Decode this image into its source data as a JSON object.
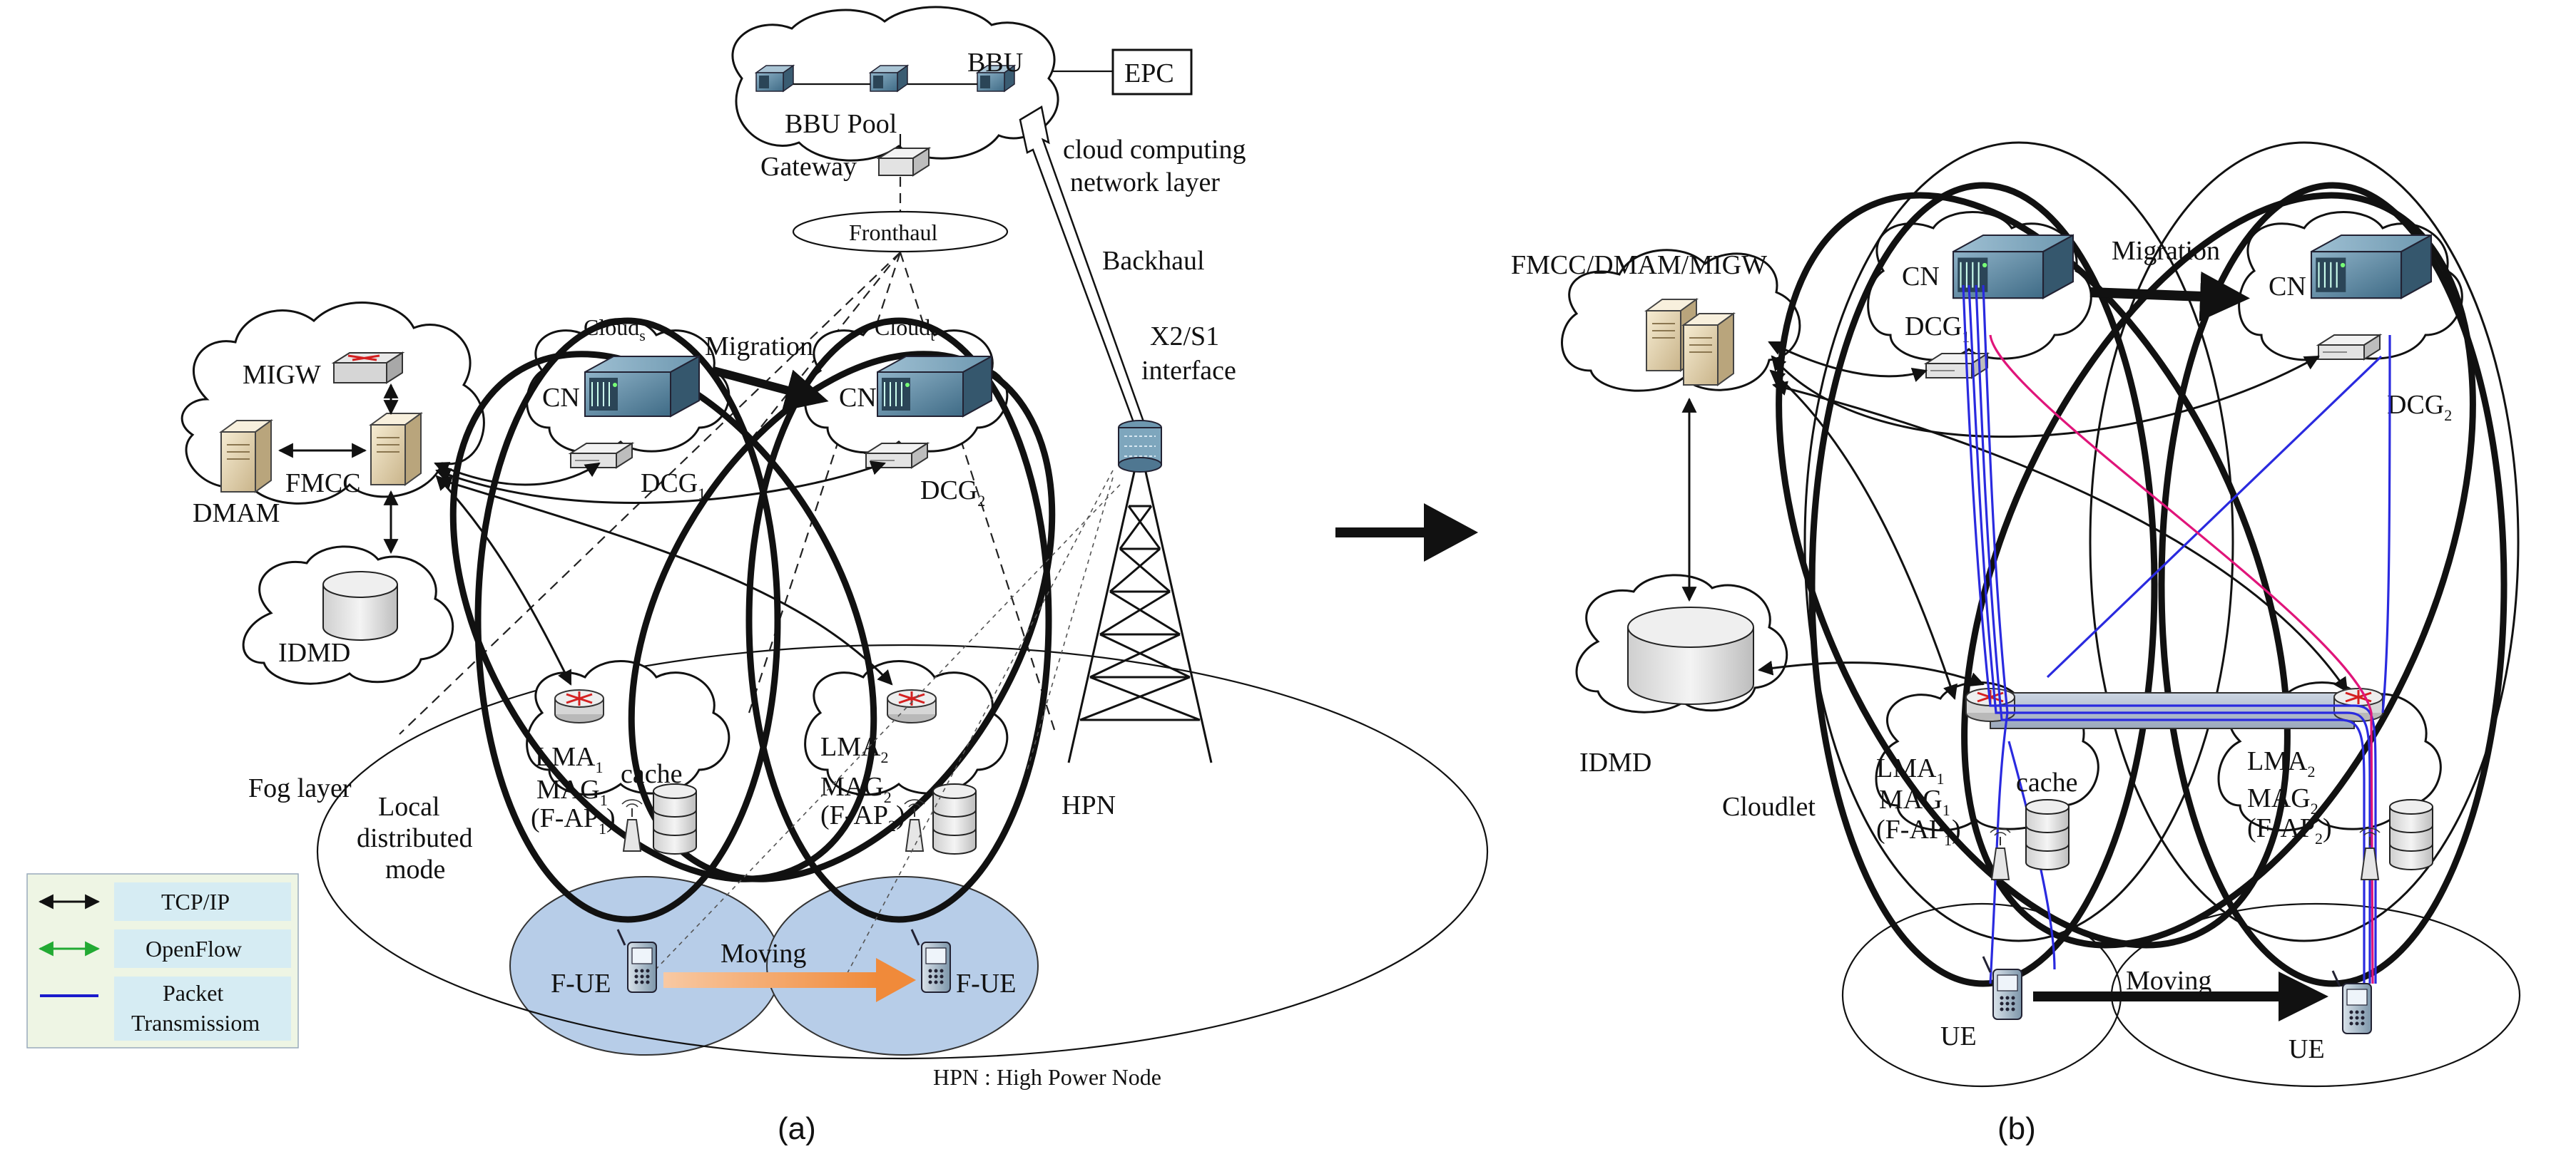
{
  "panel_a": {
    "caption": "(a)",
    "epc": "EPC",
    "bbu": "BBU",
    "bbu_pool": "BBU Pool",
    "gateway": "Gateway",
    "fronthaul": "Fronthaul",
    "cloud_layer_1": "cloud computing",
    "cloud_layer_2": "network layer",
    "backhaul": "Backhaul",
    "x2s1_1": "X2/S1",
    "x2s1_2": "interface",
    "migw": "MIGW",
    "fmcc": "FMCC",
    "dmam": "DMAM",
    "idmd": "IDMD",
    "cloud_s": "Cloud",
    "cloud_s_sub": "s",
    "cloud_t": "Cloud",
    "cloud_t_sub": "t",
    "migration": "Migration",
    "cn1": "CN",
    "cn2": "CN",
    "dcg1": "DCG",
    "dcg1_sub": "1",
    "dcg2": "DCG",
    "dcg2_sub": "2",
    "lma1": "LMA",
    "lma1_sub": "1",
    "lma2": "LMA",
    "lma2_sub": "2",
    "cache": "cache",
    "mag1": "MAG",
    "mag1_sub": "1",
    "fap1": "(F-AP",
    "fap1_sub": "1",
    "fap1_close": ")",
    "mag2": "MAG",
    "mag2_sub": "2",
    "fap2": "(F-AP",
    "fap2_sub": "2",
    "fap2_close": ")",
    "fog_layer": "Fog layer",
    "local_1": "Local",
    "local_2": "distributed",
    "local_3": "mode",
    "hpn": "HPN",
    "hpn_note": "HPN : High Power Node",
    "fue1": "F-UE",
    "fue2": "F-UE",
    "moving": "Moving",
    "legend": [
      {
        "label": "TCP/IP",
        "color": "#111111"
      },
      {
        "label": "OpenFlow",
        "color": "#22aa33"
      },
      {
        "label_1": "Packet",
        "label_2": "Transmissiom",
        "color": "#1a1acc"
      }
    ]
  },
  "panel_b": {
    "caption": "(b)",
    "fmcc_group": "FMCC/DMAM/MIGW",
    "cn1": "CN",
    "cn2": "CN",
    "migration": "Migration",
    "dcg1": "DCG",
    "dcg1_sub": "1",
    "dcg2": "DCG",
    "dcg2_sub": "2",
    "idmd": "IDMD",
    "lma1": "LMA",
    "lma1_sub": "1",
    "lma2": "LMA",
    "lma2_sub": "2",
    "cache": "cache",
    "cloudlet": "Cloudlet",
    "mag1": "MAG",
    "mag1_sub": "1",
    "fap1": "(F-AP",
    "fap1_sub": "1",
    "fap1_close": ")",
    "mag2": "MAG",
    "mag2_sub": "2",
    "fap2": "(F-AP",
    "fap2_sub": "2",
    "fap2_close": ")",
    "ue1": "UE",
    "ue2": "UE",
    "moving": "Moving"
  },
  "colors": {
    "server_light": "#efe3c4",
    "server_blue": "#5f8aa4",
    "cell_blue": "#b7cde8",
    "moving_orange": "#f08a3a",
    "packet_blue": "#2a2adf",
    "packet_pink": "#e0157a"
  }
}
